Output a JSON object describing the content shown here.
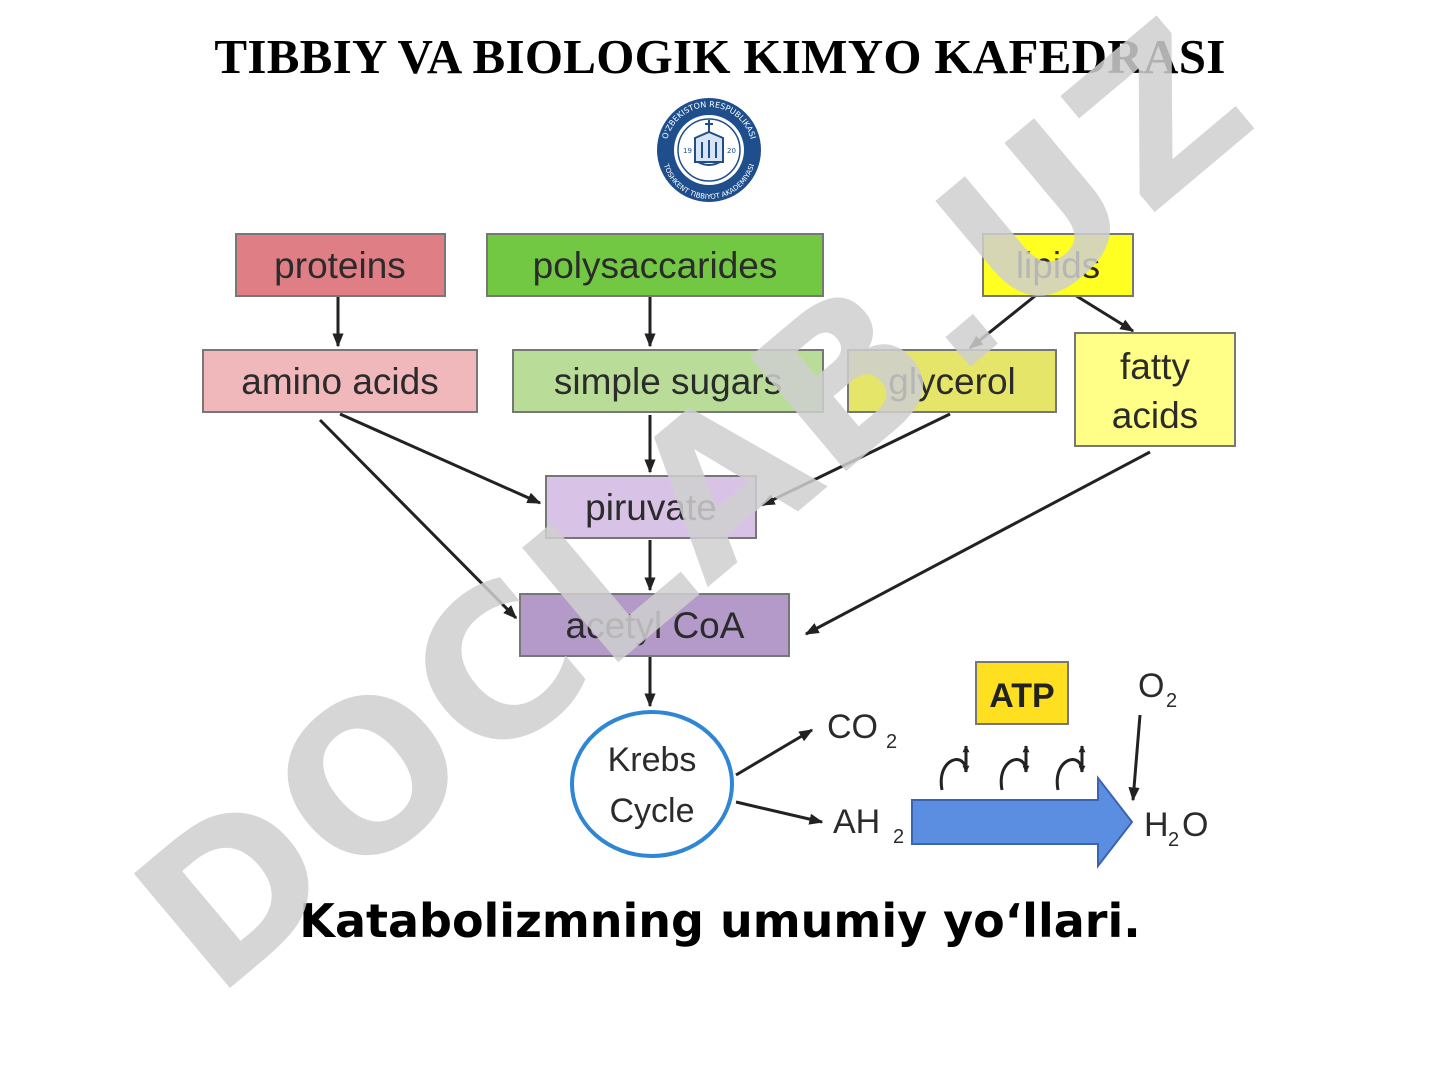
{
  "header": {
    "title": "TIBBIY VA BIOLOGIK KIMYO KAFEDRASI",
    "logo": {
      "ring_top": "O'ZBEKISTON RESPUBLIKASI",
      "ring_bottom": "TOSHKENT TIBBIYOT AKADEMIYASI",
      "year_left": "19",
      "year_right": "20"
    }
  },
  "diagram": {
    "proteins": "proteins",
    "polysaccarides": "polysaccarides",
    "lipids": "lipids",
    "amino_acids": "amino acids",
    "simple_sugars": "simple sugars",
    "glycerol": "glycerol",
    "fatty_line1": "fatty",
    "fatty_line2": "acids",
    "piruvate": "piruvate",
    "acetyl_coa": "acetyl CoA",
    "krebs_line1": "Krebs",
    "krebs_line2": "Cycle",
    "atp": "ATP",
    "co2": "CO",
    "co2_sub": "2",
    "ah2": "AH",
    "ah2_sub": "2",
    "o2": "O",
    "o2_sub": "2",
    "h2o_h": "H",
    "h2o_sub": "2",
    "h2o_o": "O"
  },
  "caption": "Katabolizmning umumiy yo‘llari.",
  "watermark": "DOCLAB.UZ",
  "colors": {
    "proteins_fill": "#e07e86",
    "amino_fill": "#f1b8bb",
    "poly_fill": "#73c843",
    "sugars_fill": "#b9dd98",
    "lipids_fill": "#ffff22",
    "glycerol_fill": "#e5e56a",
    "fatty_fill": "#ffff88",
    "piruvate_fill": "#d8c3e6",
    "acetyl_fill": "#b49ac9",
    "krebs_stroke": "#2f86d4",
    "big_arrow_fill": "#5b8de0",
    "atp_fill": "#ffe020",
    "watermark": "#d3d3d3"
  }
}
